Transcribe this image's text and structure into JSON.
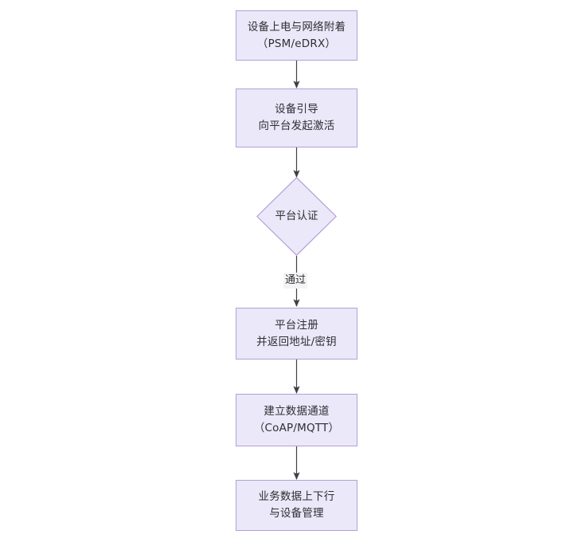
{
  "diagram": {
    "type": "flowchart",
    "orientation": "top-to-bottom",
    "background_color": "#ffffff",
    "node_fill_color": "#ebe8f9",
    "node_border_color": "#b49fd8",
    "text_color": "#2f2f33",
    "connector_color": "#3f3f46",
    "nodes": [
      {
        "id": "n1",
        "shape": "rectangle",
        "line1": "设备上电与网络附着",
        "line2": "（PSM/eDRX）"
      },
      {
        "id": "n2",
        "shape": "rectangle",
        "line1": "设备引导",
        "line2": "向平台发起激活"
      },
      {
        "id": "n3",
        "shape": "diamond",
        "line1": "平台认证"
      },
      {
        "id": "n4",
        "shape": "rectangle",
        "line1": "平台注册",
        "line2": "并返回地址/密钥"
      },
      {
        "id": "n5",
        "shape": "rectangle",
        "line1": "建立数据通道",
        "line2": "（CoAP/MQTT）"
      },
      {
        "id": "n6",
        "shape": "rectangle",
        "line1": "业务数据上下行",
        "line2": "与设备管理"
      }
    ],
    "edges": [
      {
        "id": "e1",
        "from": "n1",
        "to": "n2",
        "label": ""
      },
      {
        "id": "e2",
        "from": "n2",
        "to": "n3",
        "label": ""
      },
      {
        "id": "e3",
        "from": "n3",
        "to": "n4",
        "label": "通过"
      },
      {
        "id": "e4",
        "from": "n4",
        "to": "n5",
        "label": ""
      },
      {
        "id": "e5",
        "from": "n5",
        "to": "n6",
        "label": ""
      }
    ]
  }
}
